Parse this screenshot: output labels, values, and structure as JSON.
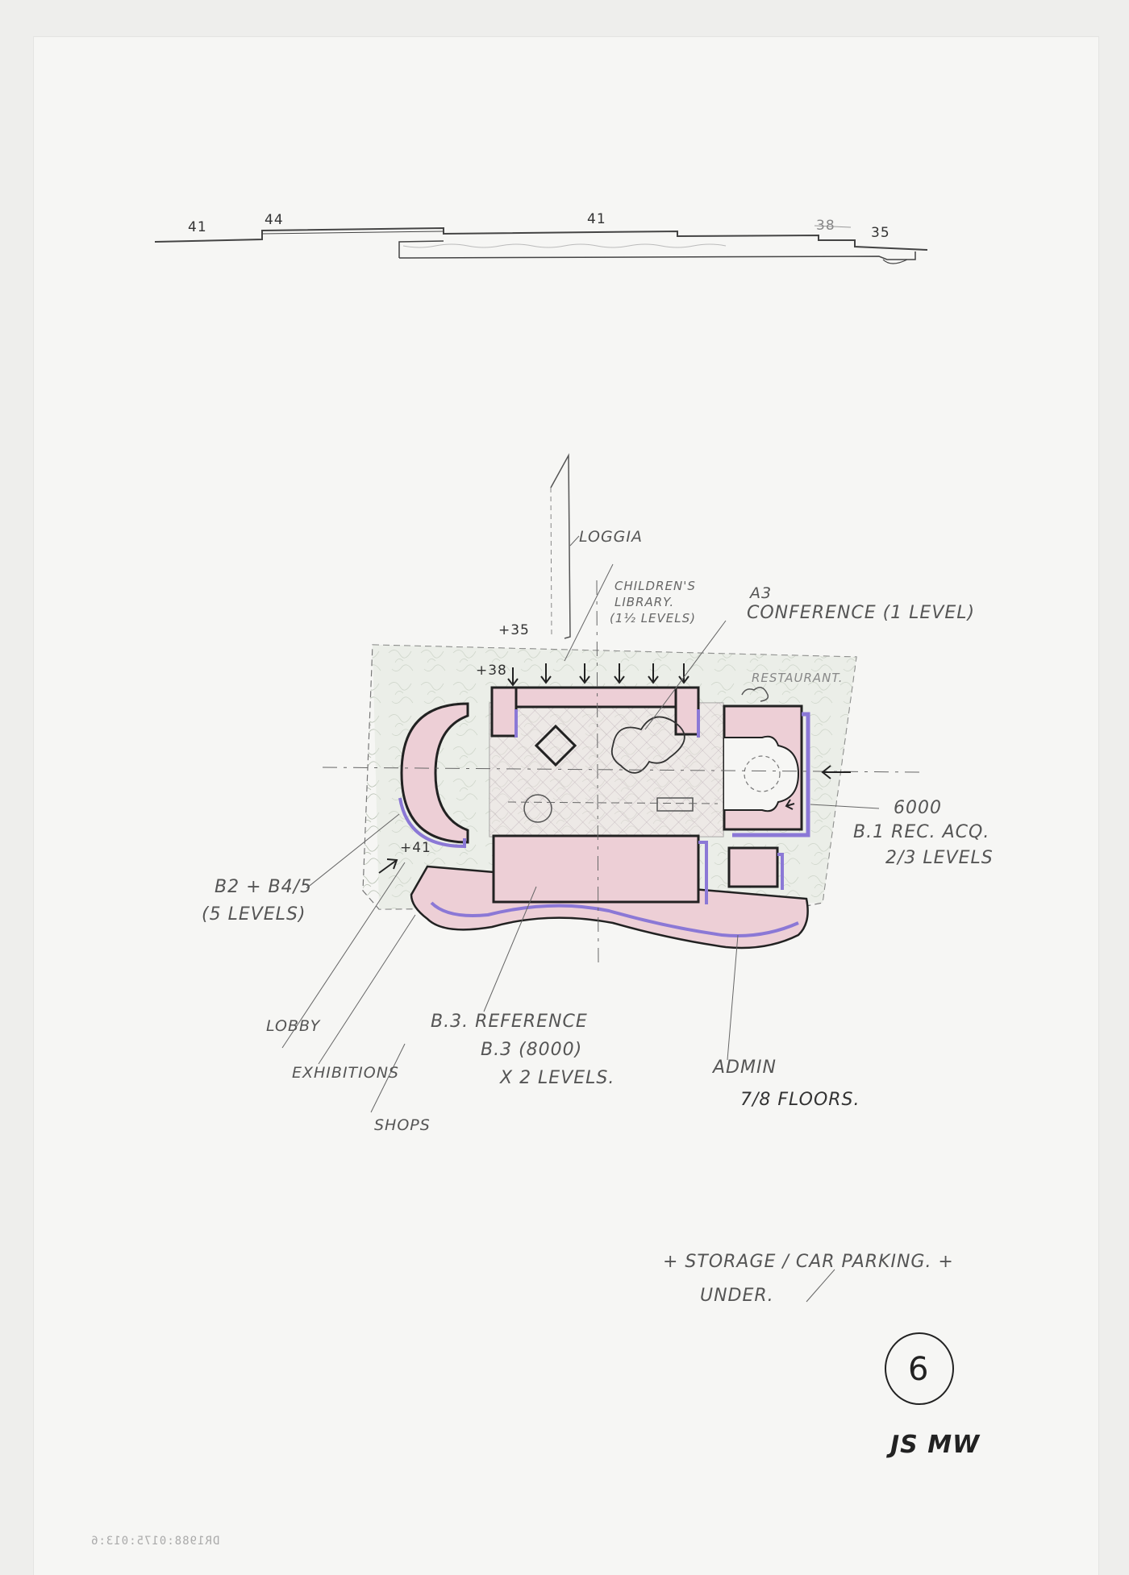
{
  "section": {
    "levels": [
      "41",
      "44",
      "41",
      "38",
      "35"
    ]
  },
  "plan": {
    "labels": {
      "loggia": "LOGGIA",
      "childrens_library_1": "CHILDREN'S",
      "childrens_library_2": "LIBRARY.",
      "childrens_library_3": "(1½ LEVELS)",
      "a3": "A3",
      "conference": "CONFERENCE (1 LEVEL)",
      "restaurant": "RESTAURANT.",
      "level_35": "+35",
      "level_38": "+38",
      "level_41": "+41",
      "b1_number": "6000",
      "b1_line1": "B.1 REC. ACQ.",
      "b1_line2": "2/3 LEVELS",
      "b2_line1": "B2 + B4/5",
      "b2_line2": "(5 LEVELS)",
      "lobby": "LOBBY",
      "exhibitions": "EXHIBITIONS",
      "shops": "SHOPS",
      "b3_line1": "B.3. REFERENCE",
      "b3_line2": "B.3 (8000)",
      "b3_line3": "X 2 LEVELS.",
      "admin": "ADMIN",
      "admin_floors": "7/8 FLOORS."
    }
  },
  "notes": {
    "storage_line1": "+ STORAGE / CAR PARKING. +",
    "storage_line2": "UNDER."
  },
  "sheet": {
    "number": "6",
    "initials": "JS MW",
    "stamp": "DR1988:0175:013:6"
  },
  "colors": {
    "paper": "#f6f6f4",
    "pink": "#edcfd6",
    "violet": "#8b78d6",
    "green_wash": "#e0e6dc",
    "pencil": "#333333"
  }
}
